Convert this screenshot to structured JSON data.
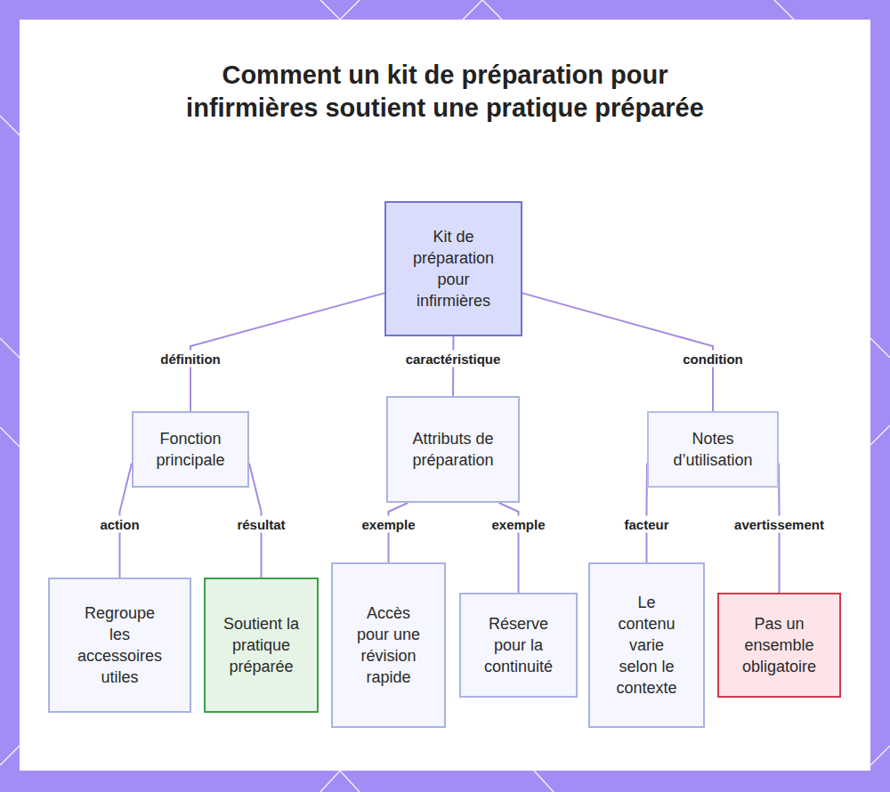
{
  "diagram": {
    "title": "Comment un kit de préparation pour infirmières soutient une pratique préparée",
    "nodes": [
      {
        "text": [
          "Kit de préparation pour infirmières"
        ]
      },
      {
        "text": [
          "Fonction principale"
        ]
      },
      {
        "text": [
          "Attributs de préparation"
        ]
      },
      {
        "text": [
          "Notes d’utilisation"
        ]
      },
      {
        "text": [
          "Regroupe les accessoires utiles"
        ]
      },
      {
        "text": [
          "Soutient la pratique préparée"
        ]
      },
      {
        "text": [
          "Accès pour une révision rapide"
        ]
      },
      {
        "text": [
          "Réserve pour la continuité"
        ]
      },
      {
        "text": [
          "Le contenu varie selon le contexte"
        ]
      },
      {
        "text": [
          "Pas un ensemble obligatoire"
        ]
      }
    ],
    "edges": [
      {
        "from": 0,
        "to": 1,
        "label": "définition",
        "arrow": "none"
      },
      {
        "from": 0,
        "to": 2,
        "label": "caractéristique",
        "arrow": "none"
      },
      {
        "from": 0,
        "to": 3,
        "label": "condition",
        "arrow": "none"
      },
      {
        "from": 1,
        "to": 4,
        "label": "action",
        "arrow": "none"
      },
      {
        "from": 1,
        "to": 5,
        "label": "résultat",
        "arrow": "none"
      },
      {
        "from": 2,
        "to": 6,
        "label": "exemple",
        "arrow": "none"
      },
      {
        "from": 2,
        "to": 7,
        "label": "exemple",
        "arrow": "none"
      },
      {
        "from": 3,
        "to": 8,
        "label": "facteur",
        "arrow": "none"
      },
      {
        "from": 3,
        "to": 9,
        "label": "avertissement",
        "arrow": "none"
      }
    ]
  }
}
